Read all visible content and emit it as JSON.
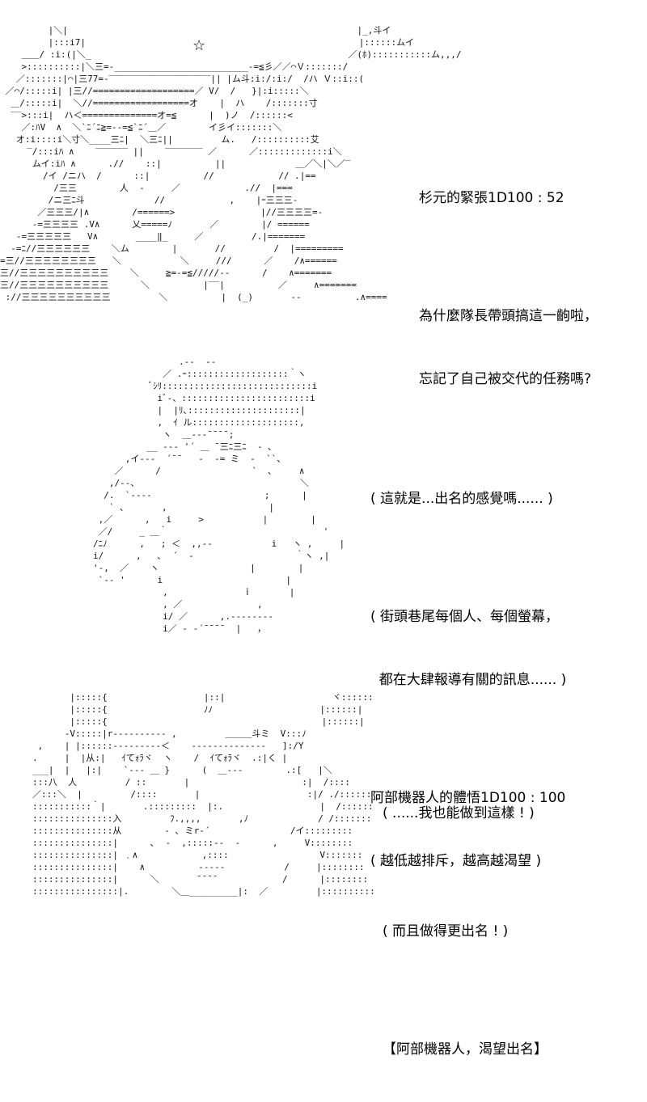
{
  "panels": [
    {
      "art": "         |＼|                                                      |_,斗イ\n         |:::i7|                                                   |::::::ムイ\n    ＿＿/ :i:(|＼_                                                ／(ﾎ):::::::::::ム,,,/\n    >::::::::::|＼三=-_________________________-=≦彡／／⌒Ｖ:::::::/\n   ／:::::::|⌒|三77=-‾‾‾‾‾‾‾‾‾‾‾‾‾‾‾‾‾‾‾|| |ム斗:i:/:i:/  /ハ Ｖ::i::(\n ／⌒/:::::i| |三//===================／ V/  /   }|:i:::::＼\n  ＿/:::::i|  ＼//==================オ    |  ハ    /:::::::寸\n  ‾‾>:::i|  ハ＜==============オ=≦      |  )ノ  /::::::<\n    ／:ﾊV  ∧  ＼`ﾆ´ﾆ≧=‐‐=≦`ﾆ´＿／        イ彡イ:::::::＼\n   オ:i::::i＼寸＼____三ﾆ|  ＼三ﾆ||         ム.   /::::::::::艾\n     ‾/:::iﾊ ∧    ‾‾‾‾‾‾ ||    ‾‾‾‾‾‾‾ ／      ／:::::::::::::i＼\n      ムイ:iﾊ ∧      .//    ::|          ||             ＿／＼|＼／‾\n        /イ /ニハ  /      ::|          //            // .|==\n          /三三        人  -     ／            .//  |===\n         /ニ三ﾆ斗             //            ,    |ｰ三三三-\n       ／三三三/|∧        /======>                |//三三三三=-\n      -=三三三三 .V∧      乂=====ﾉ       ／        |/ ======\n   -=三三三三三   V∧       ____‖_     ／         /.|=======\n  -=ﾆ//三三三三三三    ＼ム        |       //         /  |=========\n=三//三三三三三三三三   ＼           ＼     ///      ／    /∧======\n三//三三三三三三三三三三    ＼     ≧=‐=≦/////‐-      /    ∧=======\n三//三三三三三三三三三三      ＼          |‾‾|          ／     ∧=======\n ://三三三三三三三三三三         ＼          |  (_)       ‐-          .∧====",
      "lines": [
        "杉元的緊張1D100 : 52",
        "為什麼隊長帶頭搞這一齣啦，",
        "忘記了自己被交代的任務嗎?"
      ]
    },
    {
      "art": "                .-‐  ‐‐\n             ／ .ｰ:::::::::::::::::::｀ヽ\n           ﾞｼﾘ::::::::::::::::::::::::::::i\n            iﾞ‐、::::::::::::::::::::::::i\n            |  |ﾘ､:::::::::::::::::::::|\n            ,  ｲ ル::::::::::::::::::::,\n             ヽ  ＿‐‐‐¯¯¯¯;\n          __ -‐‐ '´ ＿ ¯三ﾆ三ﾆ  ‐ ､\n      ,イ--‐  ´¯¯   ‐  ‐= ミ  ‐  ``、\n    ／      /                 `  ､     ∧\n   ,/--、                              ＼\n  /.  `‐--‐                     ;      |\n   ` ､       ,                   |\n ,／      ,   i     >           |        |\n ／/     _ ＿｀                             '\n/ﾆﾉ      ,   ; ＜  ,,‐‐           i   ヽ ,     |\ni/      ,   ､  ´  ‐                   ｀ヽ ,|\n'‐,  ／    ヽ                 |        |\n `‐‐ '      i                       |\n             ,              ｉ       |\n             , ／              ,\n             i/ ／      ,.-‐‐‐‐‐‐-\n             i／ ‐ ‐´¯¯¯¯  |   ，",
      "lines": [
        "( 這就是...出名的感覺嗎...... )",
        "",
        "( 街頭巷尾每個人、每個螢幕，",
        "  都在大肆報導有關的訊息...... )",
        "",
        "阿部機器人的體悟1D100 : 100",
        "( 越低越排斥，越高越渴望 )"
      ]
    },
    {
      "art": "       |:::::{                  |::|                    ヾ::::::\n       |:::::{                  ﾉﾉ                    |::::::|\n       |:::::{                                        |::::::|\n      -V:::::|r‐‐‐‐‐‐‐‐-‐ ,         ＿＿＿斗ミ  V:::ﾉ\n ,    | |::::::‐‐‐‐‐‐‐‐‐＜    -‐‐‐‐‐‐‐‐‐‐‐‐‐   ]:/Y\n.     |  |从:|   ｲてｫﾗヾ  ヽ    /  ｲてｫﾗヾ  .:|く |\n___|  |   |:|    `‐‐‐ ＿ }      (  ＿‐‐‐        .:[   |＼\n:::八  人         / ::       |                     :|  /::::\n／:::＼  |         /::::       |                    :|/ ./::::::\n:::::::::::｀|       .:::::::::  |:.                  |  /::::::\n:::::::::::::::入         ﾌ.,,,,       ,ﾉ             / /:::::::\n:::::::::::::::从        ‐ ､ ミr‐´               /イ:::::::::\n:::::::::::::::|      ､  ‐  ,:::::‐‐  ‐      ,     V::::::::\n:::::::::::::::| ﹒∧            ,::::                 V:::::::\n:::::::::::::::|    ∧          ‐‐‐‐‐           /     |::::::::\n:::::::::::::::|      ＼       ¯¯¯¯            /      |::::::::\n::::::::::::::::|.        ＼＿_________|:  ／         |::::::::::",
      "lines": [
        "( ......我也能做到這樣 ! )",
        "",
        "( 而且做得更出名 ! )",
        "",
        "【阿部機器人，渴望出名】"
      ]
    }
  ]
}
